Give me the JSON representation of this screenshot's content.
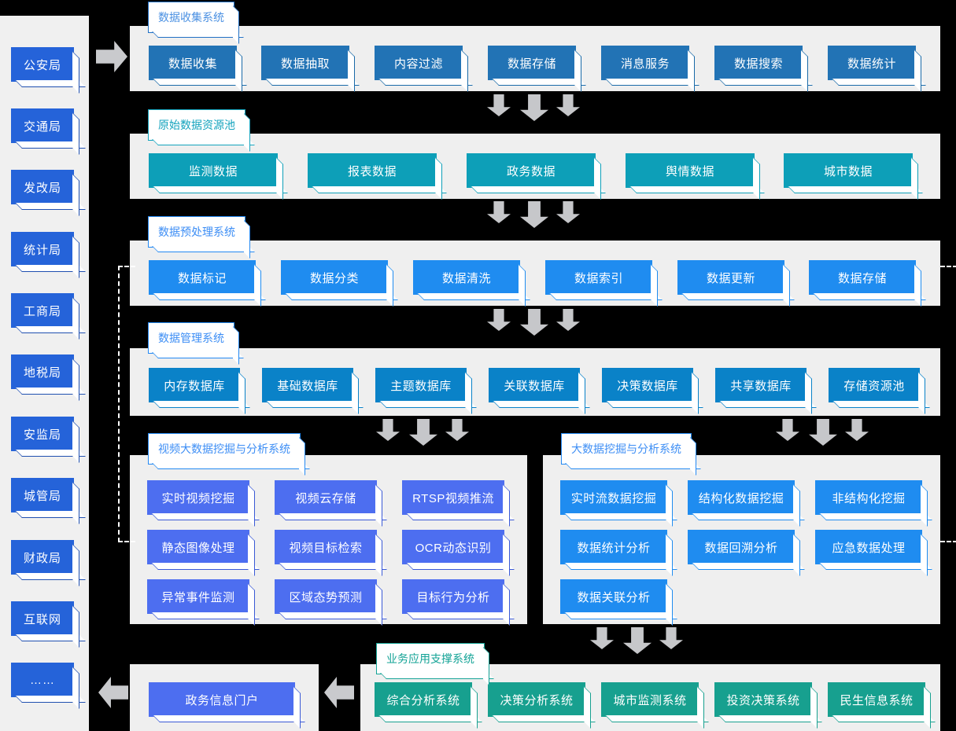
{
  "sidebar": {
    "name": "agency-sources",
    "items": [
      {
        "label": "公安局"
      },
      {
        "label": "交通局"
      },
      {
        "label": "发改局"
      },
      {
        "label": "统计局"
      },
      {
        "label": "工商局"
      },
      {
        "label": "地税局"
      },
      {
        "label": "安监局"
      },
      {
        "label": "城管局"
      },
      {
        "label": "财政局"
      },
      {
        "label": "互联网"
      },
      {
        "label": "……"
      }
    ]
  },
  "sections": {
    "collection": {
      "title": "数据收集系统",
      "color": "#2273b5",
      "nodes": [
        "数据收集",
        "数据抽取",
        "内容过滤",
        "数据存储",
        "消息服务",
        "数据搜索",
        "数据统计"
      ]
    },
    "raw_pool": {
      "title": "原始数据资源池",
      "color": "#0d9fb8",
      "nodes": [
        "监测数据",
        "报表数据",
        "政务数据",
        "舆情数据",
        "城市数据"
      ]
    },
    "preprocess": {
      "title": "数据预处理系统",
      "color": "#1f8cf0",
      "nodes": [
        "数据标记",
        "数据分类",
        "数据清洗",
        "数据索引",
        "数据更新",
        "数据存储"
      ]
    },
    "management": {
      "title": "数据管理系统",
      "color": "#0a82c8",
      "nodes": [
        "内存数据库",
        "基础数据库",
        "主题数据库",
        "关联数据库",
        "决策数据库",
        "共享数据库",
        "存储资源池"
      ]
    },
    "video_mining": {
      "title": "视频大数据挖掘与分析系统",
      "color": "#4d6ef0",
      "nodes": [
        "实时视频挖掘",
        "视频云存储",
        "RTSP视频推流",
        "静态图像处理",
        "视频目标检索",
        "OCR动态识别",
        "异常事件监测",
        "区域态势预测",
        "目标行为分析"
      ]
    },
    "big_data_mining": {
      "title": "大数据挖掘与分析系统",
      "color": "#1f8cf0",
      "nodes": [
        "实时流数据挖掘",
        "结构化数据挖掘",
        "非结构化挖掘",
        "数据统计分析",
        "数据回溯分析",
        "应急数据处理",
        "数据关联分析"
      ]
    },
    "portal": {
      "title": "政务信息门户",
      "color": "#4d6ef0"
    },
    "business_support": {
      "title": "业务应用支撑系统",
      "color": "#17a08f",
      "nodes": [
        "综合分析系统",
        "决策分析系统",
        "城市监测系统",
        "投资决策系统",
        "民生信息系统"
      ]
    }
  },
  "icons": {
    "arrow_down": "arrow-down-icon",
    "arrow_right": "arrow-right-icon",
    "arrow_left": "arrow-left-icon"
  },
  "palette": {
    "background": "#000000",
    "panel": "#efefef",
    "sidebar": "#f0f0f0",
    "arrow": "#c6c7ca",
    "agency": "#2563d9"
  }
}
